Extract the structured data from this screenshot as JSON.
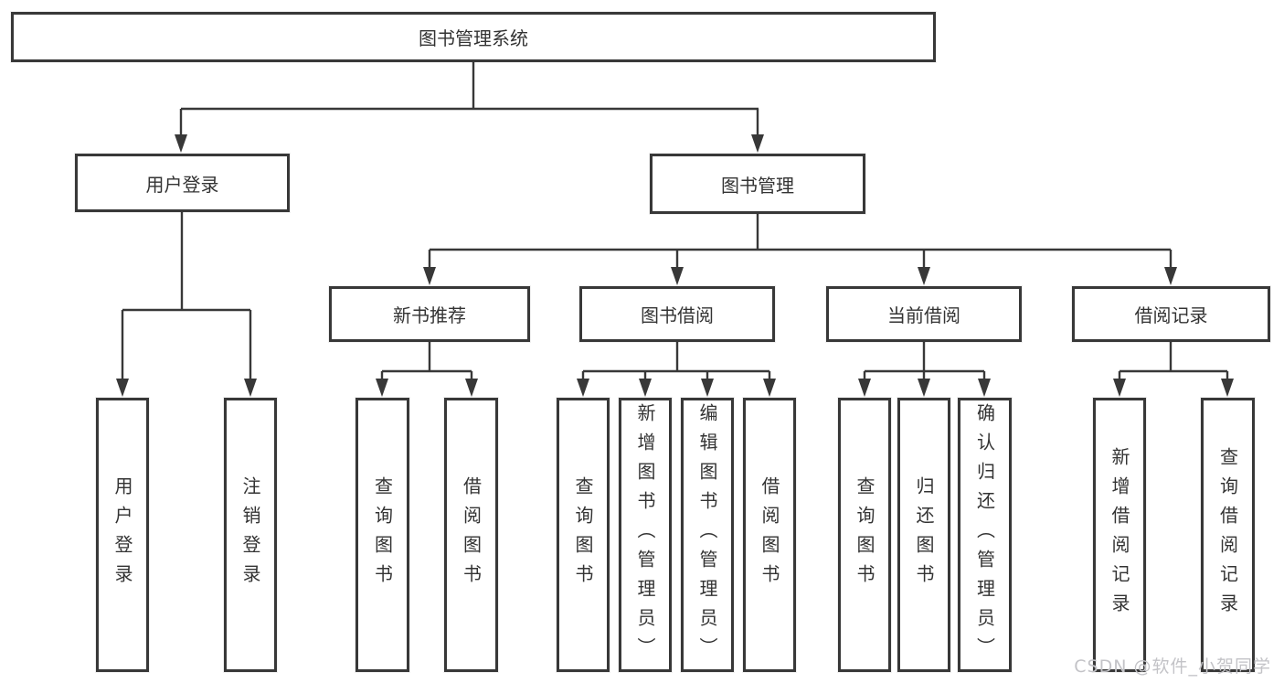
{
  "diagram": {
    "root": {
      "label": "图书管理系统"
    },
    "branches": [
      {
        "label": "用户登录",
        "children": [
          {
            "label": "用户登录"
          },
          {
            "label": "注销登录"
          }
        ]
      },
      {
        "label": "图书管理",
        "children": [
          {
            "label": "新书推荐",
            "children": [
              {
                "label": "查询图书"
              },
              {
                "label": "借阅图书"
              }
            ]
          },
          {
            "label": "图书借阅",
            "children": [
              {
                "label": "查询图书"
              },
              {
                "label": "新增图书（管理员）"
              },
              {
                "label": "编辑图书（管理员）"
              },
              {
                "label": "借阅图书"
              }
            ]
          },
          {
            "label": "当前借阅",
            "children": [
              {
                "label": "查询图书"
              },
              {
                "label": "归还图书"
              },
              {
                "label": "确认归还（管理员）"
              }
            ]
          },
          {
            "label": "借阅记录",
            "children": [
              {
                "label": "新增借阅记录"
              },
              {
                "label": "查询借阅记录"
              }
            ]
          }
        ]
      }
    ],
    "watermark": "CSDN @软件_小贺同学"
  },
  "colors": {
    "line": "#383838",
    "text": "#333333",
    "box_background": "#ffffff",
    "page_background": "#ffffff",
    "watermark": "#c3c3c7"
  }
}
